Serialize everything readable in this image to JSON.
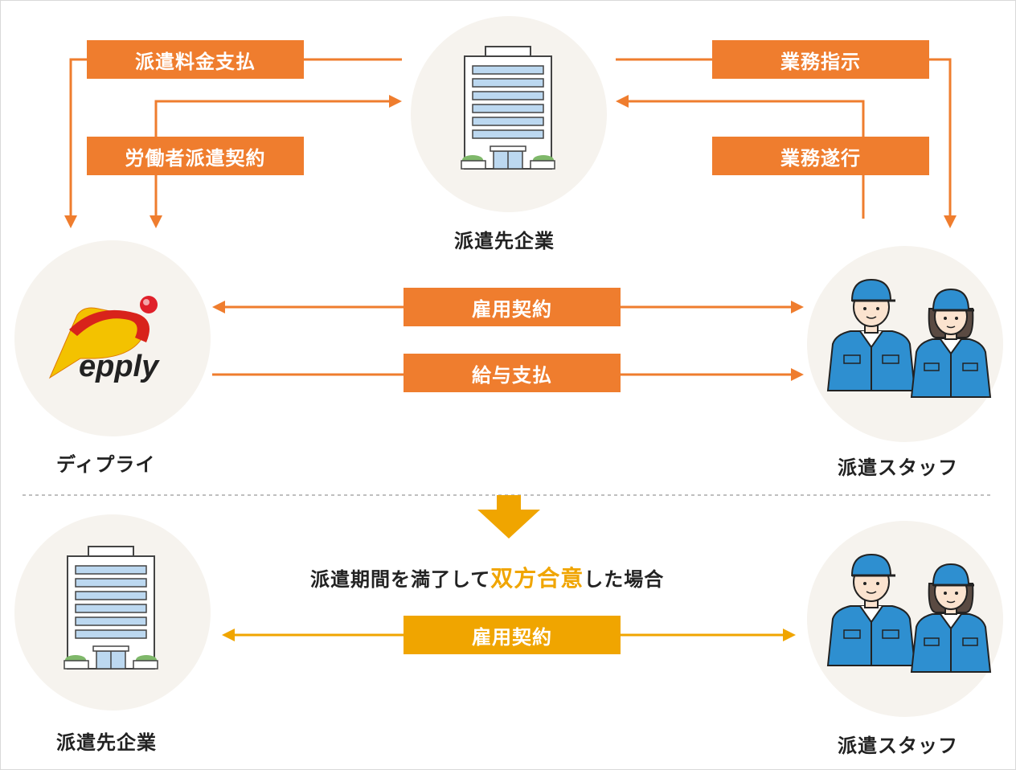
{
  "top": {
    "client_label": "派遣先企業",
    "agency_label": "ディプライ",
    "staff_label": "派遣スタッフ",
    "arrows": {
      "fee_payment": "派遣料金支払",
      "dispatch_contract": "労働者派遣契約",
      "work_instruction": "業務指示",
      "work_execution": "業務遂行",
      "employment_contract": "雇用契約",
      "salary_payment": "給与支払"
    },
    "logo_text": "epply"
  },
  "bottom": {
    "condition_before": "派遣期間を満了して",
    "condition_highlight": "双方合意",
    "condition_after": "した場合",
    "employment_contract": "雇用契約",
    "client_label": "派遣先企業",
    "staff_label": "派遣スタッフ"
  },
  "colors": {
    "orange": "#ef7d2e",
    "yellow": "#f0a500",
    "circle_bg": "#f6f3ee",
    "worker_blue": "#2e8fd0"
  },
  "icons": [
    "office-building-icon",
    "staff-workers-icon",
    "down-arrow-icon",
    "epply-logo"
  ]
}
